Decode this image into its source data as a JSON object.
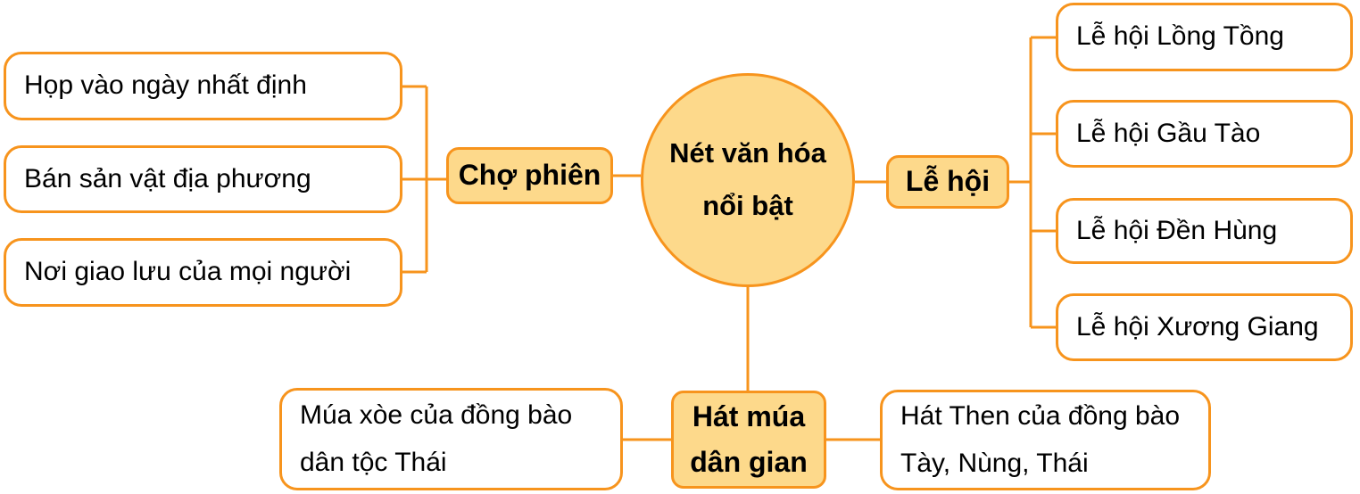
{
  "title": "Nét văn hóa nổi bật",
  "colors": {
    "accent": "#F7941D",
    "node-fill": "#FDD98B",
    "leaf-fill": "#FFFFFF",
    "ink": "#000000",
    "background": "#FFFFFF"
  },
  "center": {
    "label": "Nét văn hóa nổi bật",
    "line1": "Nét văn hóa",
    "line2": "nổi bật"
  },
  "branches": [
    {
      "label": "Chợ phiên",
      "children": [
        {
          "text": "Họp vào ngày nhất định"
        },
        {
          "text": "Bán sản vật địa phương"
        },
        {
          "text": "Nơi giao lưu của mọi người"
        }
      ]
    },
    {
      "label": "Lễ hội",
      "children": [
        {
          "text": "Lễ hội Lồng Tồng"
        },
        {
          "text": "Lễ hội Gầu Tào"
        },
        {
          "text": "Lễ hội Đền Hùng"
        },
        {
          "text": "Lễ hội Xương Giang"
        }
      ]
    },
    {
      "label": "Hát múa dân gian",
      "label_line1": "Hát múa",
      "label_line2": "dân gian",
      "children": [
        {
          "text": "Múa xòe của đồng bào dân tộc Thái",
          "line1": "Múa xòe của đồng bào",
          "line2": "dân tộc Thái"
        },
        {
          "text": "Hát Then của đồng bào Tày, Nùng, Thái",
          "line1": "Hát Then của đồng bào",
          "line2": "Tày, Nùng, Thái"
        }
      ]
    }
  ]
}
